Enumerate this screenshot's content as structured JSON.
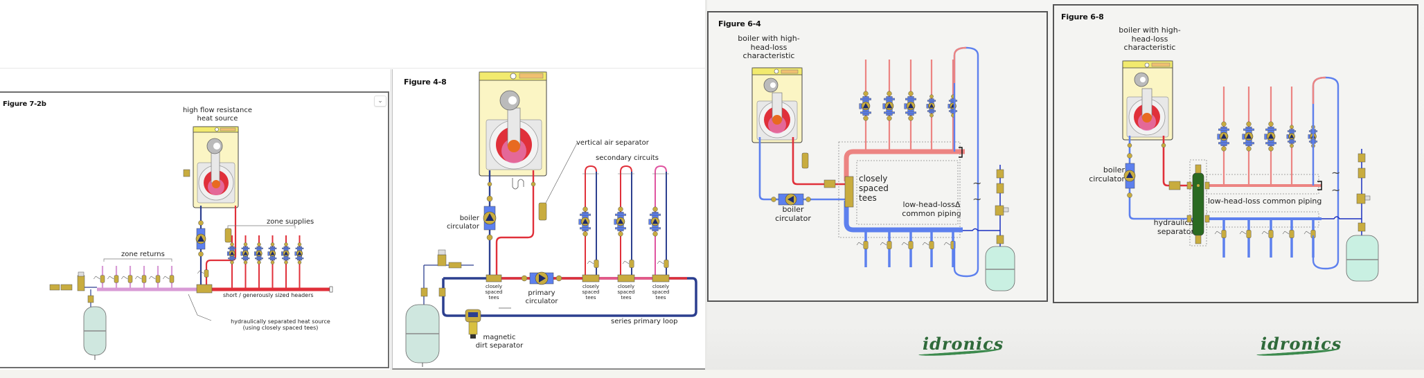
{
  "figures": [
    {
      "id": "7-2b",
      "title": "Figure 7-2b",
      "labels": {
        "heat_source_line1": "high flow resistance",
        "heat_source_line2": "heat source",
        "zone_supplies": "zone supplies",
        "zone_returns": "zone returns",
        "headers": "short / generously sized headers",
        "separated_line1": "hydraulically separated heat source",
        "separated_line2": "(using closely spaced tees)"
      },
      "zone_supply_circulators": 6,
      "zone_return_valves": 6
    },
    {
      "id": "4-8",
      "title": "Figure 4-8",
      "labels": {
        "vertical_air_separator": "vertical air separator",
        "secondary_circuits": "secondary circuits",
        "boiler_circulator_line1": "boiler",
        "boiler_circulator_line2": "circulator",
        "closely_spaced_tees_line1": "closely",
        "closely_spaced_tees_line2": "spaced",
        "closely_spaced_tees_line3": "tees",
        "primary_circulator_line1": "primary",
        "primary_circulator_line2": "circulator",
        "series_primary_loop": "series primary loop",
        "dirt_separator_line1": "magnetic",
        "dirt_separator_line2": "dirt separator"
      },
      "secondary_circuit_count": 3
    },
    {
      "id": "6-4",
      "title": "Figure 6-4",
      "labels": {
        "boiler_line1": "boiler with high-",
        "boiler_line2": "head-loss",
        "boiler_line3": "characteristic",
        "tees_line1": "closely",
        "tees_line2": "spaced",
        "tees_line3": "tees",
        "common_line1": "low-head-lossΔ",
        "common_line2": "common piping",
        "circulator_line1": "boiler",
        "circulator_line2": "circulator"
      },
      "zone_circulators": 5,
      "logo": "idronics"
    },
    {
      "id": "6-8",
      "title": "Figure 6-8",
      "labels": {
        "boiler_line1": "boiler with high-",
        "boiler_line2": "head-loss",
        "boiler_line3": "characteristic",
        "circulator_line1": "boiler",
        "circulator_line2": "circulator",
        "common": "low-head-loss common piping",
        "separator_line1": "hydraulicΔ",
        "separator_line2": "separator"
      },
      "zone_circulators": 5,
      "logo": "idronics"
    }
  ],
  "colors": {
    "supply_red": "#e0303a",
    "supply_light_red": "#ec8482",
    "return_blue": "#2c3f8f",
    "return_light_blue": "#5d80ee",
    "return_pink": "#d89bd6",
    "brass": "#c8ac3f",
    "boiler_cream": "#fbf5c4",
    "boiler_yellow": "#f2ea6e",
    "tank_green": "#cfe7df",
    "separator_green": "#2a6a22",
    "logo_green": "#2f6a3a"
  },
  "controls": {
    "dropdown_icon": "chevron-down"
  }
}
